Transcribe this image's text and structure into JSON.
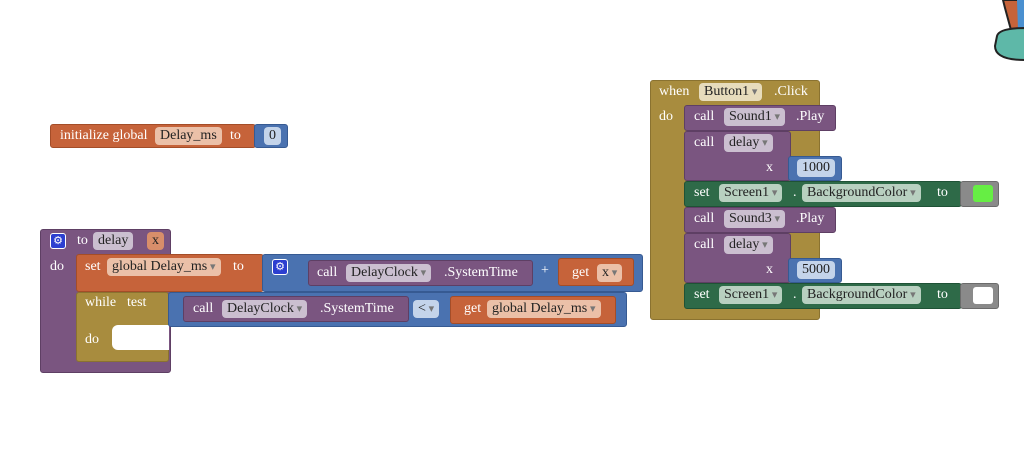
{
  "init_global": {
    "label": "initialize global",
    "name": "Delay_ms",
    "to": "to",
    "value": "0"
  },
  "procedure": {
    "to": "to",
    "name": "delay",
    "param": "x",
    "do": "do",
    "set": {
      "set": "set",
      "var": "global Delay_ms",
      "to": "to",
      "call": "call",
      "component": "DelayClock",
      "method": ".SystemTime",
      "op": "+",
      "get": "get",
      "get_var": "x"
    },
    "while": {
      "while": "while",
      "test": "test",
      "call": "call",
      "component": "DelayClock",
      "method": ".SystemTime",
      "op": "<",
      "get": "get",
      "get_var": "global Delay_ms",
      "do": "do"
    }
  },
  "event": {
    "when": "when",
    "component": "Button1",
    "event": ".Click",
    "do": "do",
    "statements": [
      {
        "call": "call",
        "component": "Sound1",
        "method": ".Play"
      },
      {
        "call": "call",
        "proc": "delay",
        "arg": "x",
        "value": "1000"
      },
      {
        "set": "set",
        "component": "Screen1",
        "dot": ".",
        "prop": "BackgroundColor",
        "to": "to",
        "color": "#66ee44"
      },
      {
        "call": "call",
        "component": "Sound3",
        "method": ".Play"
      },
      {
        "call": "call",
        "proc": "delay",
        "arg": "x",
        "value": "5000"
      },
      {
        "set": "set",
        "component": "Screen1",
        "dot": ".",
        "prop": "BackgroundColor",
        "to": "to",
        "color": "#ffffff"
      }
    ]
  }
}
